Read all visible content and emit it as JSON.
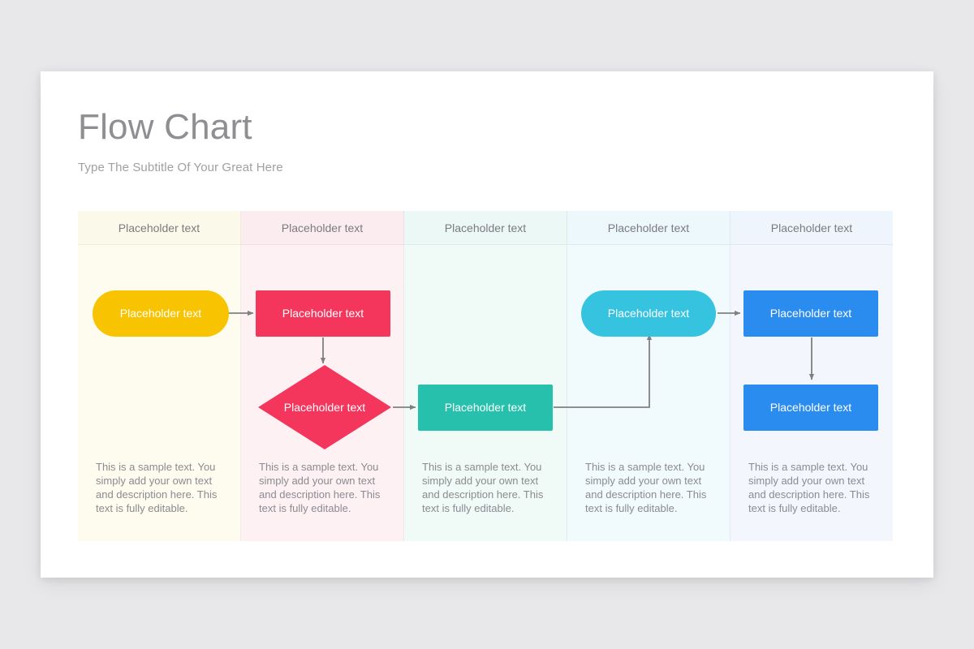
{
  "slide": {
    "title": "Flow Chart",
    "subtitle": "Type The Subtitle Of Your Great Here"
  },
  "palette": {
    "page_background": "#e8e8ea",
    "slide_background": "#ffffff",
    "title_color": "#8e8e93",
    "subtitle_color": "#a0a0a5",
    "header_text_color": "#7b7b80",
    "description_color": "#8b8b90",
    "connector_color": "#808080",
    "shape_yellow": "#f8c300",
    "shape_crimson": "#f5365c",
    "shape_teal": "#26c0ac",
    "shape_cyan": "#35c3e0",
    "shape_blue": "#2b8cf0"
  },
  "table": {
    "columns": [
      {
        "header": "Placeholder text",
        "tint": "#fdfcee",
        "header_tint": "#fbfaea",
        "description": "This is a sample text. You simply add your own text and description here. This text is fully editable."
      },
      {
        "header": "Placeholder text",
        "tint": "#fdf1f4",
        "header_tint": "#fbecf0",
        "description": "This is a sample text. You simply add your own text and description here. This text is fully editable."
      },
      {
        "header": "Placeholder text",
        "tint": "#f0faf7",
        "header_tint": "#ecf8f5",
        "description": "This is a sample text. You simply add your own text and description here. This text is fully editable."
      },
      {
        "header": "Placeholder text",
        "tint": "#f1fafd",
        "header_tint": "#edf8fc",
        "description": "This is a sample text. You simply add your own text and description here. This text is fully editable."
      },
      {
        "header": "Placeholder text",
        "tint": "#f3f7fd",
        "header_tint": "#eff5fc",
        "description": "This is a sample text. You simply add your own text and description here. This text is fully editable."
      }
    ]
  },
  "chart_data": {
    "type": "diagram",
    "title": "Flow Chart",
    "subtitle": "Type The Subtitle Of Your Great Here",
    "lanes": [
      "Placeholder text",
      "Placeholder text",
      "Placeholder text",
      "Placeholder text",
      "Placeholder text"
    ],
    "nodes": [
      {
        "id": "n1",
        "label": "Placeholder text",
        "shape": "pill",
        "lane": 1,
        "color": "#f8c300"
      },
      {
        "id": "n2",
        "label": "Placeholder text",
        "shape": "rectangle",
        "lane": 2,
        "color": "#f5365c"
      },
      {
        "id": "n3",
        "label": "Placeholder text",
        "shape": "diamond",
        "lane": 2,
        "color": "#f5365c"
      },
      {
        "id": "n4",
        "label": "Placeholder text",
        "shape": "rectangle",
        "lane": 3,
        "color": "#26c0ac"
      },
      {
        "id": "n5",
        "label": "Placeholder text",
        "shape": "pill",
        "lane": 4,
        "color": "#35c3e0"
      },
      {
        "id": "n6",
        "label": "Placeholder text",
        "shape": "rectangle",
        "lane": 5,
        "color": "#2b8cf0"
      },
      {
        "id": "n7",
        "label": "Placeholder text",
        "shape": "rectangle",
        "lane": 5,
        "color": "#2b8cf0"
      }
    ],
    "edges": [
      {
        "from": "n1",
        "to": "n2",
        "style": "straight",
        "direction": "right"
      },
      {
        "from": "n2",
        "to": "n3",
        "style": "straight",
        "direction": "down"
      },
      {
        "from": "n3",
        "to": "n4",
        "style": "straight",
        "direction": "right"
      },
      {
        "from": "n4",
        "to": "n5",
        "style": "elbow",
        "direction": "right-up"
      },
      {
        "from": "n5",
        "to": "n6",
        "style": "straight",
        "direction": "right"
      },
      {
        "from": "n6",
        "to": "n7",
        "style": "straight",
        "direction": "down"
      }
    ]
  }
}
